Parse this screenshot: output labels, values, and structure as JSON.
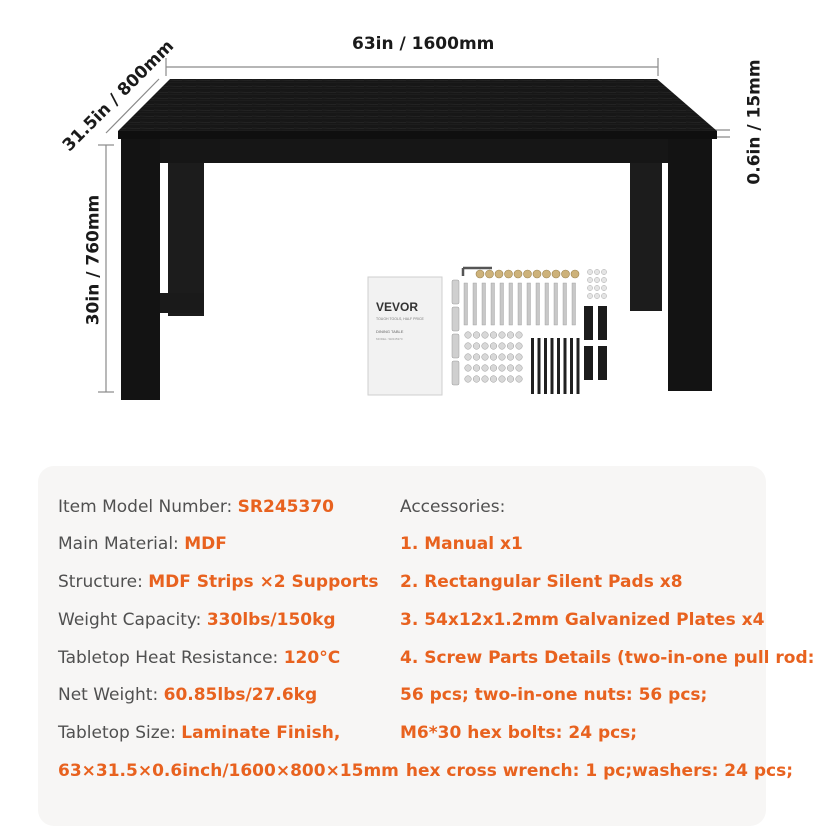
{
  "dimensions": {
    "width": "63in / 1600mm",
    "depth": "31.5in / 800mm",
    "height": "30in / 760mm",
    "thickness": "0.6in / 15mm"
  },
  "manual": {
    "brand": "VEVOR",
    "tagline": "TOUGH TOOLS, HALF PRICE",
    "title": "DINING TABLE",
    "model": "MODEL: SR245370"
  },
  "specs": [
    {
      "label": "Item Model Number: ",
      "value": "SR245370"
    },
    {
      "label": "Main Material: ",
      "value": "MDF"
    },
    {
      "label": "Structure: ",
      "value": "MDF Strips ×2 Supports"
    },
    {
      "label": "Weight Capacity: ",
      "value": "330lbs/150kg"
    },
    {
      "label": "Tabletop Heat Resistance: ",
      "value": "120°C"
    },
    {
      "label": "Net Weight: ",
      "value": "60.85lbs/27.6kg"
    },
    {
      "label": "Tabletop Size: ",
      "value": "Laminate Finish,"
    }
  ],
  "specs_extra": "63×31.5×0.6inch/1600×800×15mm",
  "accessories": {
    "heading": "Accessories:",
    "lines": [
      "1. Manual x1",
      "2. Rectangular Silent Pads x8",
      "3. 54x12x1.2mm Galvanized Plates x4",
      "4. Screw Parts Details  (two-in-one pull rod:",
      "56 pcs; two-in-one nuts: 56 pcs;",
      "M6*30 hex bolts: 24 pcs;",
      " hex cross wrench: 1 pc;washers: 24 pcs;"
    ]
  },
  "colors": {
    "accent": "#e8621f",
    "label": "#505050",
    "table": "#161616",
    "panel": "#f7f6f5"
  }
}
